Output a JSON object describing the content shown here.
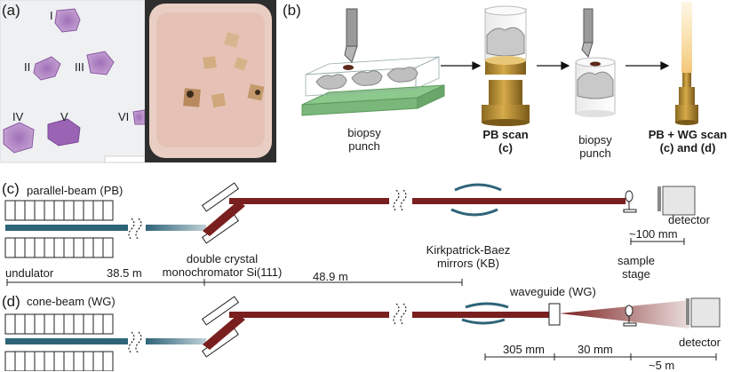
{
  "panels": {
    "a": "(a)",
    "b": "(b)",
    "c": "(c)",
    "d": "(d)"
  },
  "panel_a": {
    "sections": [
      "I",
      "II",
      "III",
      "IV",
      "V",
      "VI"
    ]
  },
  "panel_b": {
    "steps": [
      {
        "line1": "biopsy",
        "line2": "punch"
      },
      {
        "line1": "PB scan",
        "line2": "(c)"
      },
      {
        "line1": "biopsy",
        "line2": "punch"
      },
      {
        "line1": "PB + WG scan",
        "line2": "(c) and (d)"
      }
    ]
  },
  "panel_c": {
    "title": "parallel-beam (PB)",
    "labels": {
      "undulator": "undulator",
      "monochromator_1": "double crystal",
      "monochromator_2": "monochromator Si(111)",
      "kb_1": "Kirkpatrick-Baez",
      "kb_2": "mirrors (KB)",
      "stage_1": "sample",
      "stage_2": "stage",
      "detector": "detector"
    },
    "distances": {
      "undulator_mono": "38.5 m",
      "mono_kb": "48.9 m",
      "sample_detector": "~100 mm"
    }
  },
  "panel_d": {
    "title": "cone-beam (WG)",
    "labels": {
      "waveguide": "waveguide (WG)",
      "detector": "detector"
    },
    "distances": {
      "kb_wg": "305 mm",
      "wg_sample": "30 mm",
      "sample_detector": "~5 m"
    }
  },
  "colors": {
    "beam": "#7a1f1f",
    "undulator_beam": "#2e6478",
    "kb_mirror": "#2e6478",
    "tray": "#8cc98c",
    "wax": "#caa24a"
  }
}
